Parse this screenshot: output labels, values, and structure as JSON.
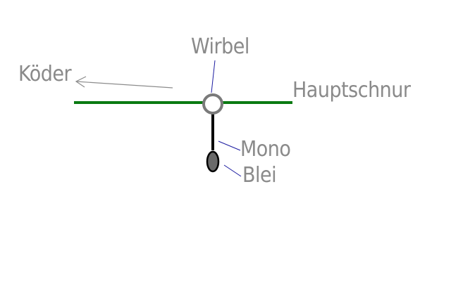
{
  "labels": {
    "koeder": "Köder",
    "wirbel": "Wirbel",
    "hauptschnur": "Hauptschnur",
    "mono": "Mono",
    "blei": "Blei"
  },
  "colors": {
    "main_line": "#0a7a12",
    "text": "#8a8a8a",
    "leader_lines": "#1a1aa0",
    "swivel": "#7a7a7a",
    "mono_line": "#000000",
    "lead_weight_fill": "#6a6a6a",
    "arrow": "#8c8c8c"
  }
}
